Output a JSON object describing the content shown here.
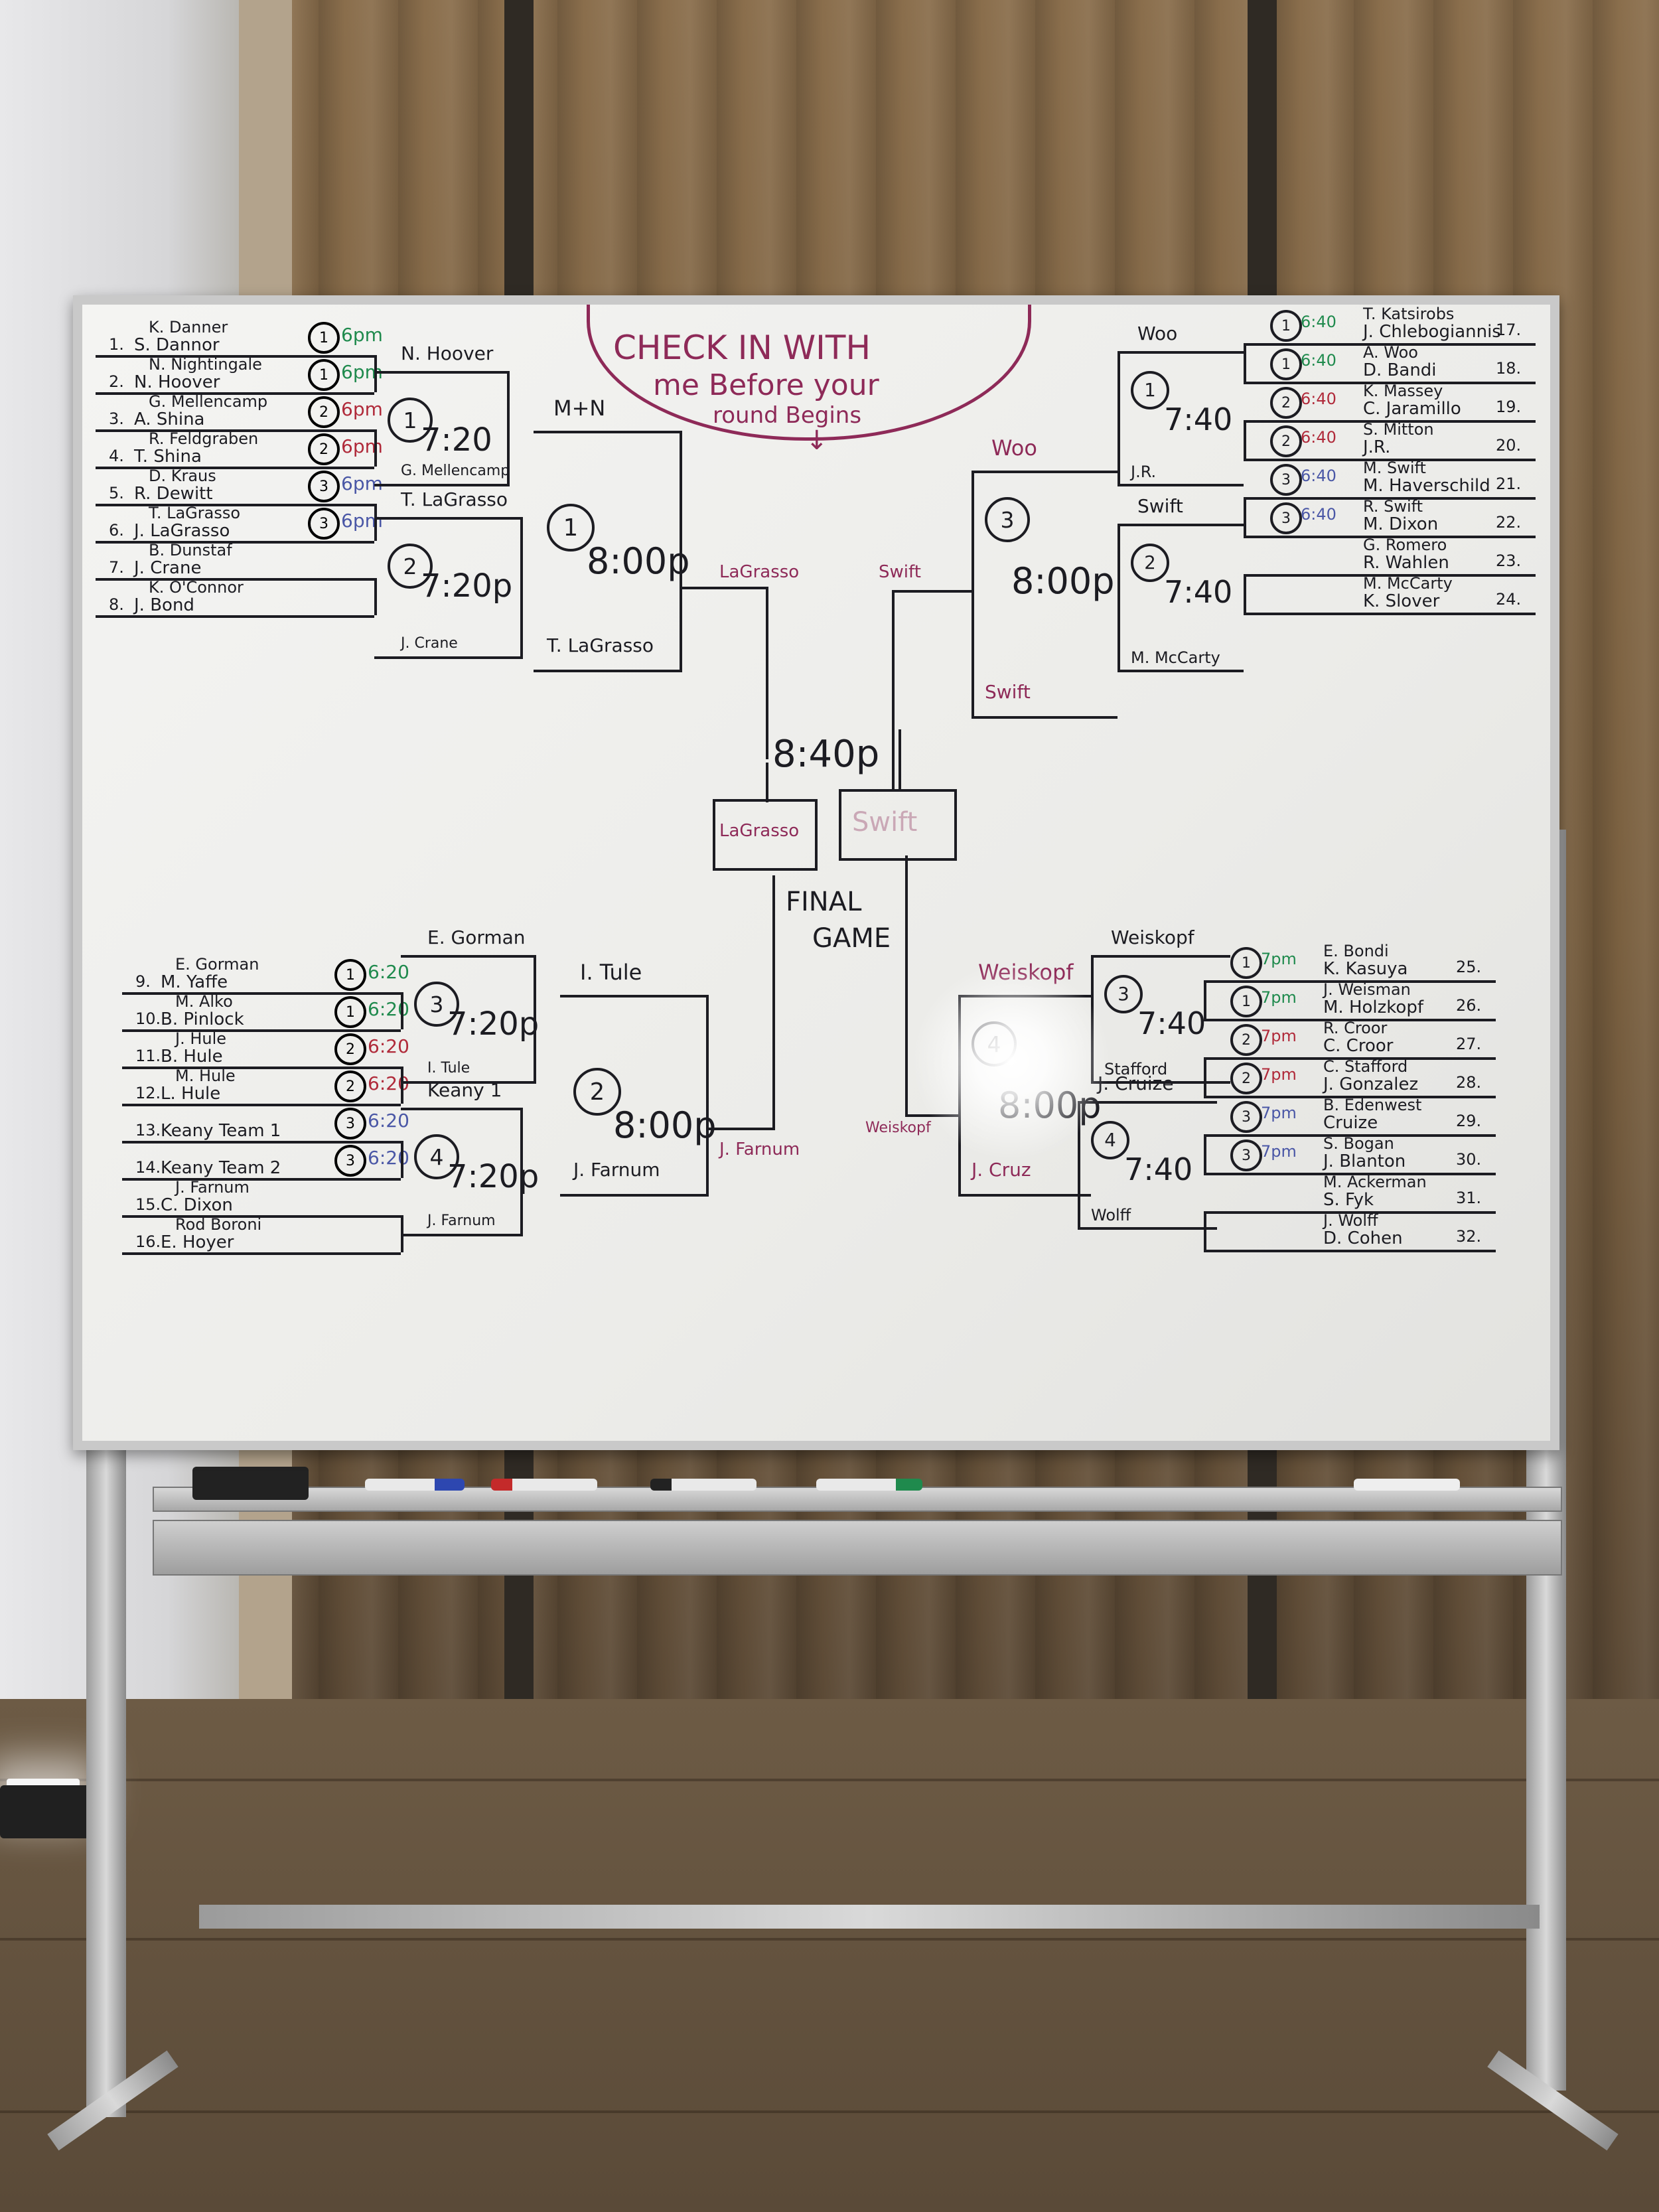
{
  "header": {
    "check_in_line1": "CHECK IN WITH",
    "check_in_line2": "me Before your",
    "check_in_line3": "round Begins"
  },
  "final": {
    "time": "8:40p",
    "left_finalist": "LaGrasso",
    "right_finalist": "Swift",
    "label_line1": "FINAL",
    "label_line2": "GAME"
  },
  "left_bracket": {
    "entrants": [
      {
        "seed": "1.",
        "name": "S. Dannor",
        "partner": "K. Danner",
        "slot": "1",
        "time": "6pm"
      },
      {
        "seed": "2.",
        "name": "N. Hoover",
        "partner": "N. Nightingale",
        "slot": "1",
        "time": "6pm"
      },
      {
        "seed": "3.",
        "name": "A. Shina",
        "partner": "G. Mellencamp",
        "slot": "2",
        "time": "6pm"
      },
      {
        "seed": "4.",
        "name": "T. Shina",
        "partner": "R. Feldgraben",
        "slot": "2",
        "time": "6pm"
      },
      {
        "seed": "5.",
        "name": "R. Dewitt",
        "partner": "D. Kraus",
        "slot": "3",
        "time": "6pm"
      },
      {
        "seed": "6.",
        "name": "J. LaGrasso",
        "partner": "T. LaGrasso",
        "slot": "3",
        "time": "6pm"
      },
      {
        "seed": "7.",
        "name": "J. Crane",
        "partner": "B. Dunstaf",
        "slot": "",
        "time": ""
      },
      {
        "seed": "8.",
        "name": "J. Bond",
        "partner": "K. O'Connor",
        "slot": "",
        "time": ""
      },
      {
        "seed": "9.",
        "name": "M. Yaffe",
        "partner": "E. Gorman",
        "slot": "1",
        "time": "6:20"
      },
      {
        "seed": "10.",
        "name": "B. Pinlock",
        "partner": "M. Alko",
        "slot": "1",
        "time": "6:20"
      },
      {
        "seed": "11.",
        "name": "B. Hule",
        "partner": "J. Hule",
        "slot": "2",
        "time": "6:20"
      },
      {
        "seed": "12.",
        "name": "L. Hule",
        "partner": "M. Hule",
        "slot": "2",
        "time": "6:20"
      },
      {
        "seed": "13.",
        "name": "Keany Team 1",
        "partner": "",
        "slot": "3",
        "time": "6:20"
      },
      {
        "seed": "14.",
        "name": "Keany Team 2",
        "partner": "",
        "slot": "3",
        "time": "6:20"
      },
      {
        "seed": "15.",
        "name": "C. Dixon",
        "partner": "J. Farnum",
        "slot": "",
        "time": ""
      },
      {
        "seed": "16.",
        "name": "E. Hoyer",
        "partner": "Rod Boroni",
        "slot": "",
        "time": ""
      }
    ],
    "round2": [
      {
        "top": "N. Hoover",
        "bottom": "G. Mellencamp",
        "num": "1",
        "time": "7:20"
      },
      {
        "top": "T. LaGrasso",
        "bottom": "J. Crane",
        "num": "2",
        "time": "7:20p"
      },
      {
        "top": "E. Gorman",
        "bottom": "I. Tule",
        "num": "3",
        "time": "7:20p"
      },
      {
        "top": "Keany 1",
        "bottom": "J. Farnum",
        "num": "4",
        "time": "7:20p"
      }
    ],
    "round3": [
      {
        "top": "M+N",
        "bottom": "T. LaGrasso",
        "num": "1",
        "time": "8:00p"
      },
      {
        "top": "I. Tule",
        "bottom": "J. Farnum",
        "num": "2",
        "time": "8:00p"
      }
    ],
    "semi": {
      "top": "LaGrasso",
      "bottom": "J. Farnum"
    }
  },
  "right_bracket": {
    "entrants": [
      {
        "seed": "17.",
        "name": "J. Chlebogiannis",
        "partner": "T. Katsirobs",
        "slot": "1",
        "time": "6:40"
      },
      {
        "seed": "18.",
        "name": "D. Bandi",
        "partner": "A. Woo",
        "slot": "1",
        "time": "6:40"
      },
      {
        "seed": "19.",
        "name": "C. Jaramillo",
        "partner": "K. Massey",
        "slot": "2",
        "time": "6:40"
      },
      {
        "seed": "20.",
        "name": "J.R.",
        "partner": "S. Mitton",
        "slot": "2",
        "time": "6:40"
      },
      {
        "seed": "21.",
        "name": "M. Haverschild",
        "partner": "M. Swift",
        "slot": "3",
        "time": "6:40"
      },
      {
        "seed": "22.",
        "name": "M. Dixon",
        "partner": "R. Swift",
        "slot": "3",
        "time": "6:40"
      },
      {
        "seed": "23.",
        "name": "R. Wahlen",
        "partner": "G. Romero",
        "slot": "",
        "time": ""
      },
      {
        "seed": "24.",
        "name": "K. Slover",
        "partner": "M. McCarty",
        "slot": "",
        "time": ""
      },
      {
        "seed": "25.",
        "name": "K. Kasuya",
        "partner": "E. Bondi",
        "slot": "1",
        "time": "7pm"
      },
      {
        "seed": "26.",
        "name": "M. Holzkopf",
        "partner": "J. Weisman",
        "slot": "1",
        "time": "7pm"
      },
      {
        "seed": "27.",
        "name": "C. Croor",
        "partner": "R. Croor",
        "slot": "2",
        "time": "7pm"
      },
      {
        "seed": "28.",
        "name": "J. Gonzalez",
        "partner": "C. Stafford",
        "slot": "2",
        "time": "7pm"
      },
      {
        "seed": "29.",
        "name": "Cruize",
        "partner": "B. Edenwest",
        "slot": "3",
        "time": "7pm"
      },
      {
        "seed": "30.",
        "name": "J. Blanton",
        "partner": "S. Bogan",
        "slot": "3",
        "time": "7pm"
      },
      {
        "seed": "31.",
        "name": "S. Fyk",
        "partner": "M. Ackerman",
        "slot": "",
        "time": ""
      },
      {
        "seed": "32.",
        "name": "D. Cohen",
        "partner": "J. Wolff",
        "slot": "",
        "time": ""
      }
    ],
    "round2": [
      {
        "top": "Woo",
        "bottom": "J.R.",
        "num": "1",
        "time": "7:40"
      },
      {
        "top": "Swift",
        "bottom": "M. McCarty",
        "num": "2",
        "time": "7:40"
      },
      {
        "top": "Weiskopf",
        "bottom": "Stafford",
        "num": "3",
        "time": "7:40"
      },
      {
        "top": "J. Cruize",
        "bottom": "Wolff",
        "num": "4",
        "time": "7:40"
      }
    ],
    "round3": [
      {
        "top": "Woo",
        "bottom": "Swift",
        "num": "3",
        "time": "8:00p"
      },
      {
        "top": "Weiskopf",
        "bottom": "J. Cruz",
        "num": "4",
        "time": "8:00p"
      }
    ],
    "semi": {
      "top": "Swift",
      "bottom": "Weiskopf"
    }
  }
}
